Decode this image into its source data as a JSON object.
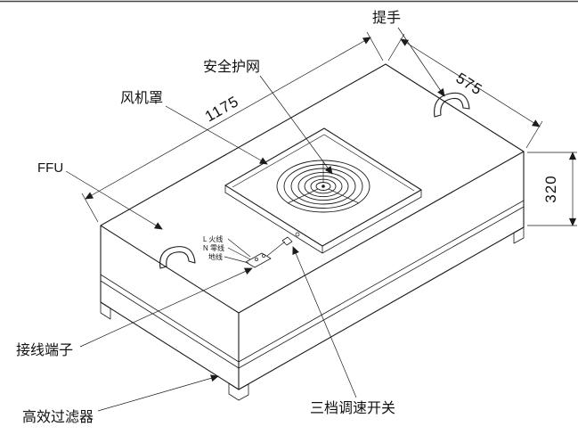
{
  "diagram": {
    "labels": {
      "ffu": "FFU",
      "handle": "提手",
      "safety_net": "安全护网",
      "fan_cover": "风机罩",
      "terminal": "接线端子",
      "hepa_filter": "高效过滤器",
      "speed_switch": "三档调速开关"
    },
    "dimensions": {
      "length": "1175",
      "width": "575",
      "height": "320"
    },
    "wires": [
      "L 火线",
      "N 零线",
      "地线"
    ],
    "colors": {
      "line": "#1b1b1b",
      "background": "#ffffff"
    }
  }
}
